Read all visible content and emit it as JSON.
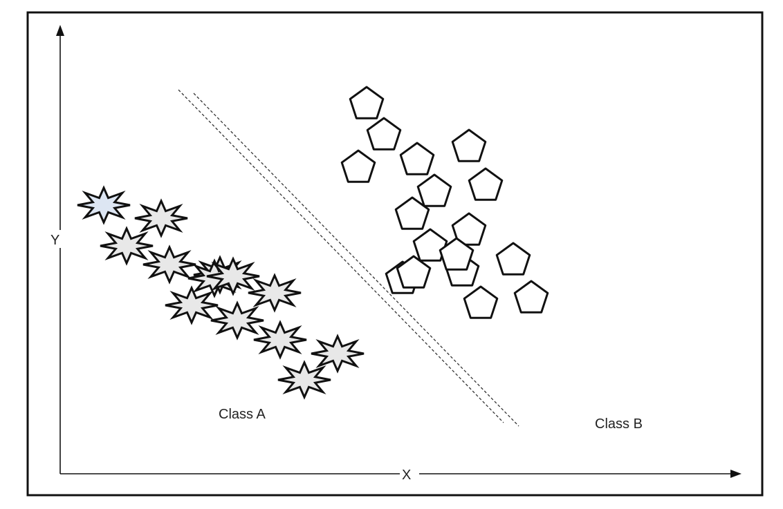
{
  "axes": {
    "x_label": "X",
    "y_label": "Y"
  },
  "classes": {
    "a_label": "Class A",
    "b_label": "Class B"
  },
  "class_a_points": [
    {
      "name": "star-1",
      "highlighted": true
    },
    {
      "name": "star-2",
      "highlighted": false
    },
    {
      "name": "star-3",
      "highlighted": false
    },
    {
      "name": "star-4",
      "highlighted": false
    },
    {
      "name": "star-5",
      "highlighted": false
    },
    {
      "name": "star-6",
      "highlighted": false
    },
    {
      "name": "star-7",
      "highlighted": false
    },
    {
      "name": "star-8",
      "highlighted": false
    },
    {
      "name": "star-9",
      "highlighted": false
    },
    {
      "name": "star-10",
      "highlighted": false
    },
    {
      "name": "star-11",
      "highlighted": false
    },
    {
      "name": "star-12",
      "highlighted": false
    },
    {
      "name": "star-13",
      "highlighted": false
    }
  ],
  "class_b_count": 17,
  "colors": {
    "star_fill": "#e8e8e8",
    "star_highlight_fill": "#dde6f3",
    "stroke": "#111111",
    "pentagon_fill": "#ffffff"
  }
}
